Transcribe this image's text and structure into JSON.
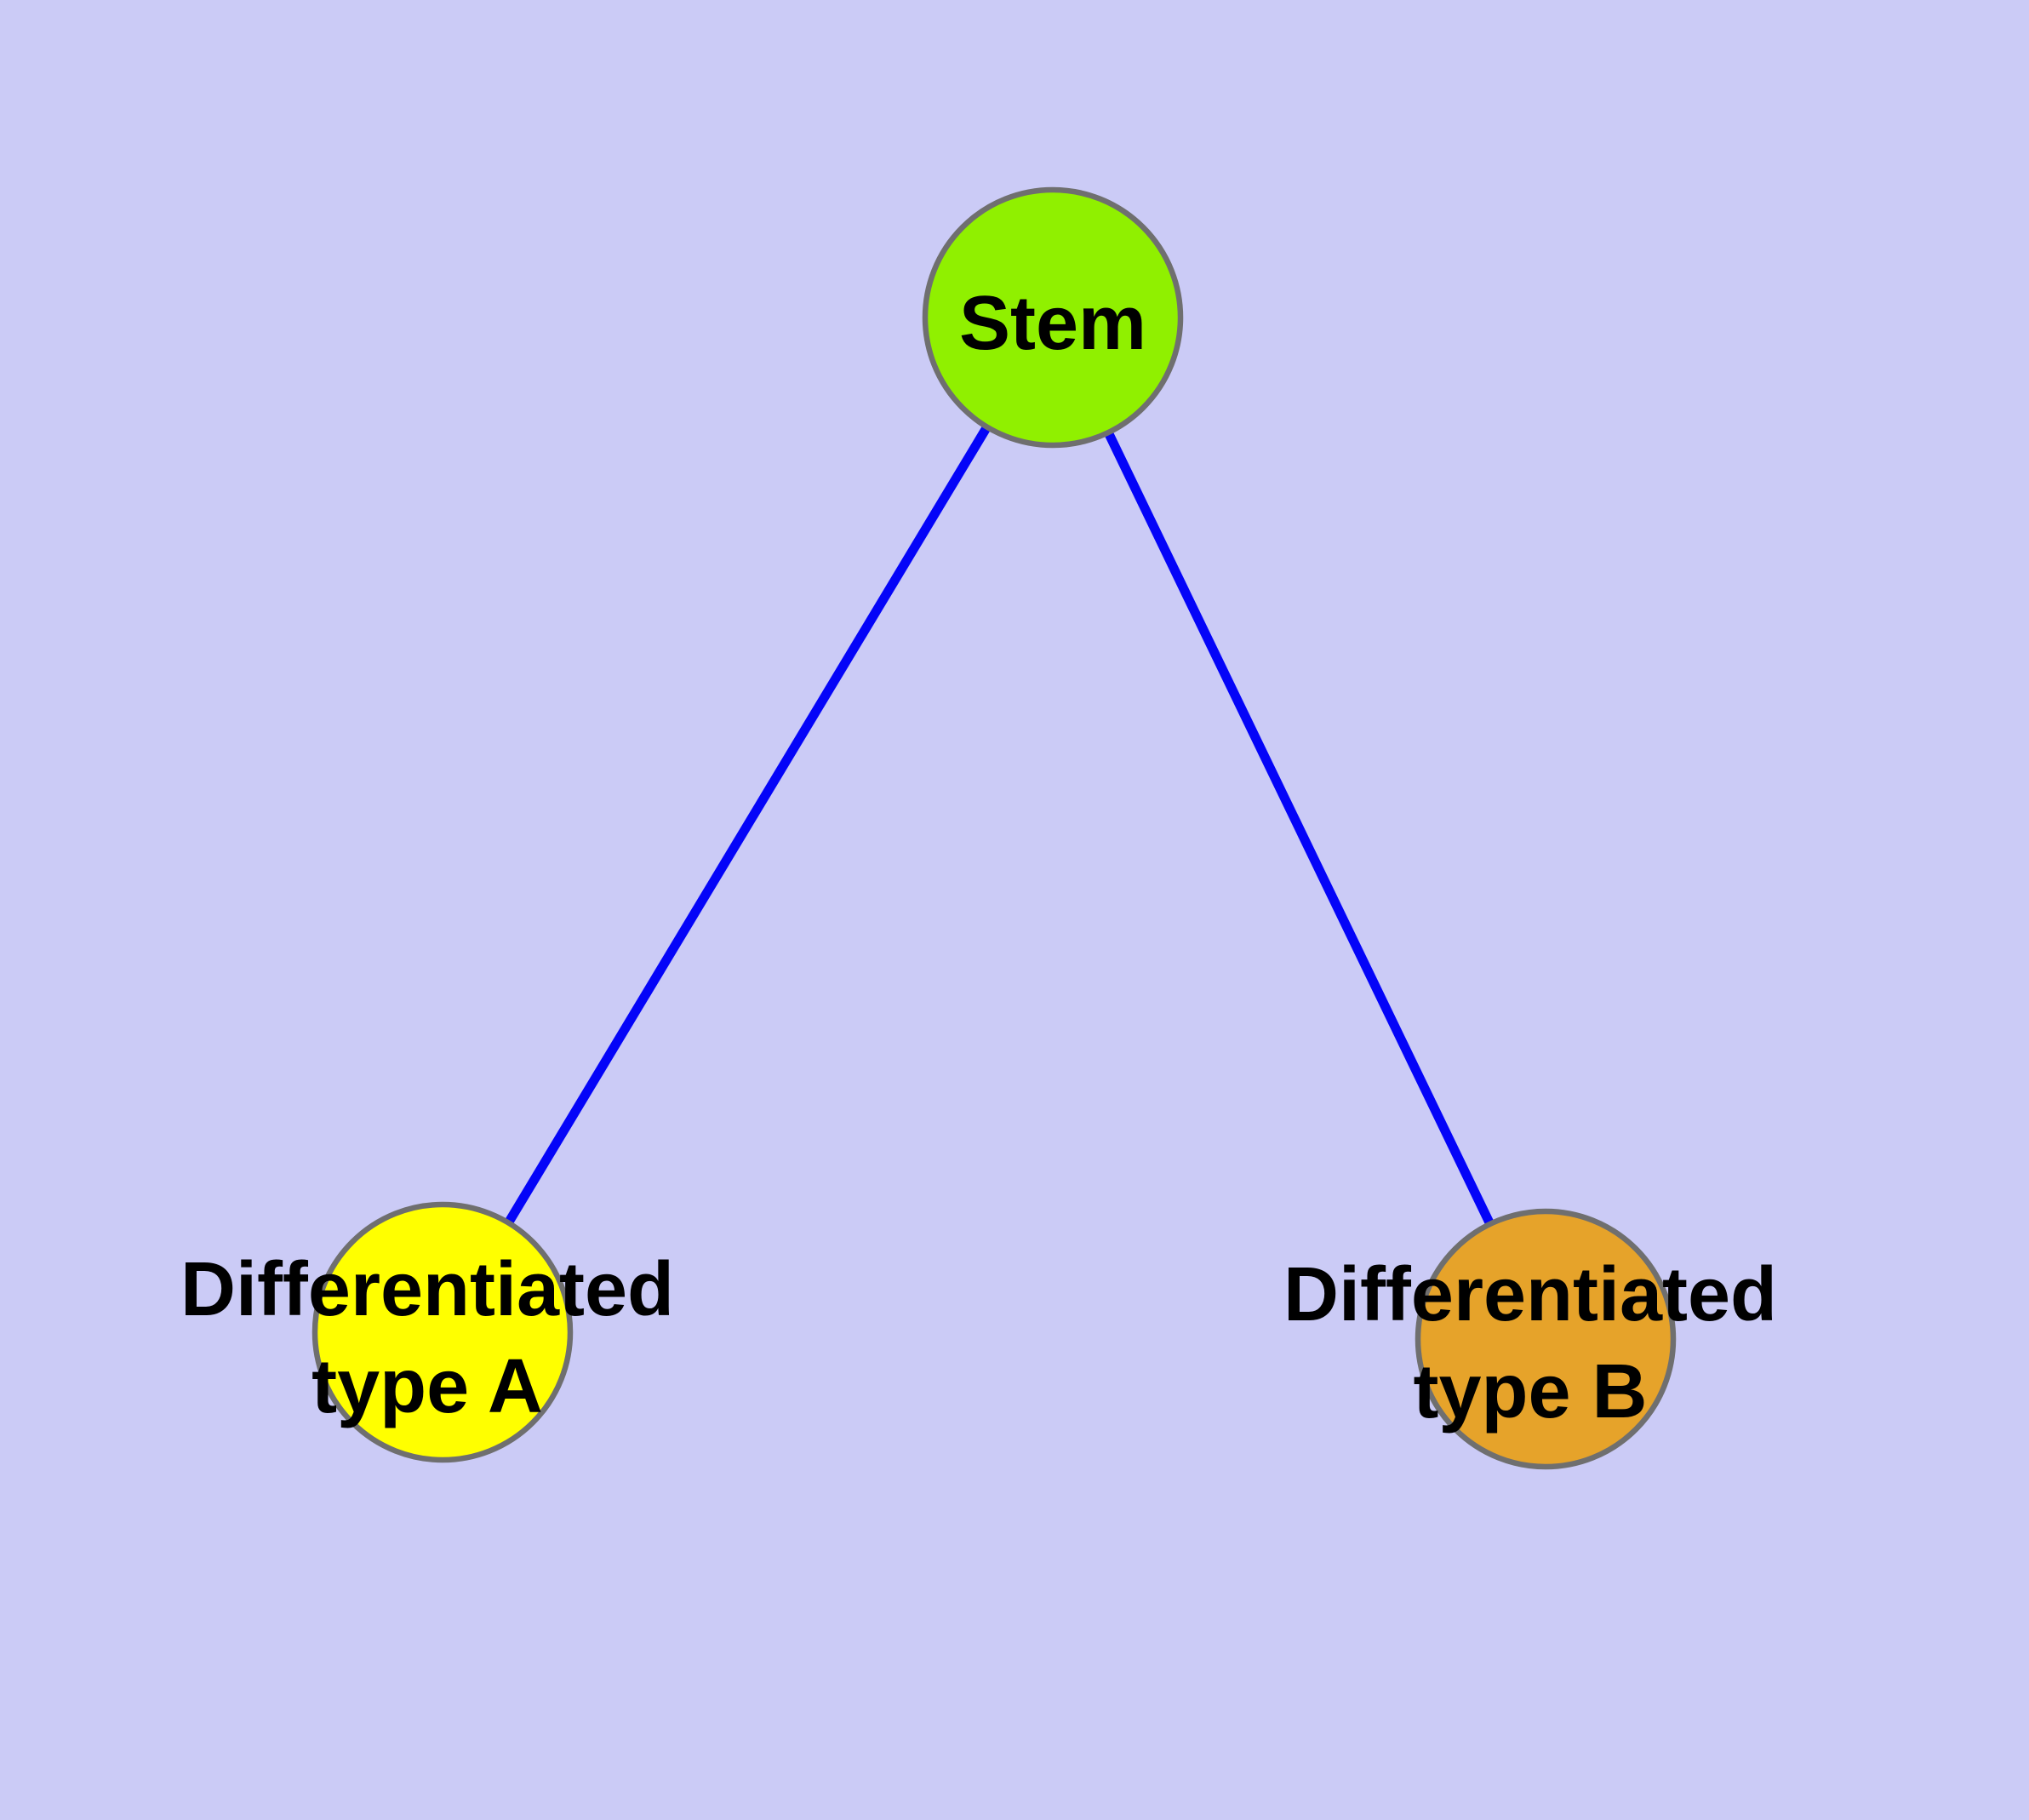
{
  "diagram": {
    "type": "graph",
    "background_color": "#cbcbf6",
    "edge_color": "#0404f8",
    "node_border_color": "#6f6f6f",
    "label_color": "#000000",
    "nodes": {
      "stem": {
        "label": "Stem",
        "fill_color": "#90f000"
      },
      "type_a": {
        "label": "Differentiated type A",
        "label_line1": "Differentiated",
        "label_line2": "type A",
        "fill_color": "#ffff00"
      },
      "type_b": {
        "label": "Differentiated type B",
        "label_line1": "Differentiated",
        "label_line2": "type B",
        "fill_color": "#e6a32a"
      }
    },
    "edges": [
      {
        "from": "Stem",
        "to": "Differentiated type A"
      },
      {
        "from": "Stem",
        "to": "Differentiated type B"
      }
    ]
  }
}
